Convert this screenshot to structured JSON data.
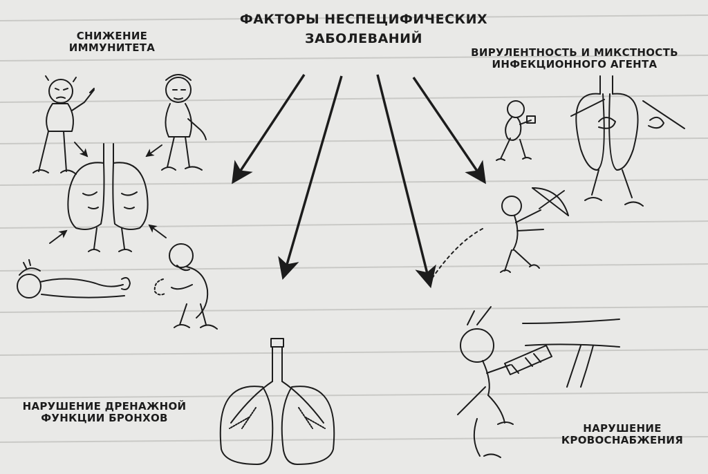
{
  "title": {
    "line1": "ФАКТОРЫ НЕСПЕЦИФИЧЕСКИХ",
    "line2": "ЗАБОЛЕВАНИЙ"
  },
  "factors": {
    "immunity": {
      "line1": "СНИЖЕНИЕ",
      "line2": "ИММУНИТЕТА"
    },
    "virulence": {
      "line1": "ВИРУЛЕНТНОСТЬ И МИКСТНОСТЬ",
      "line2": "ИНФЕКЦИОННОГО АГЕНТА"
    },
    "drainage": {
      "line1": "НАРУШЕНИЕ ДРЕНАЖНОЙ",
      "line2": "ФУНКЦИИ БРОНХОВ"
    },
    "blood_supply": {
      "line1": "НАРУШЕНИЕ",
      "line2": "КРОВОСНАБЖЕНИЯ"
    }
  },
  "colors": {
    "background": "#e9e9e7",
    "ink": "#1c1c1c"
  }
}
